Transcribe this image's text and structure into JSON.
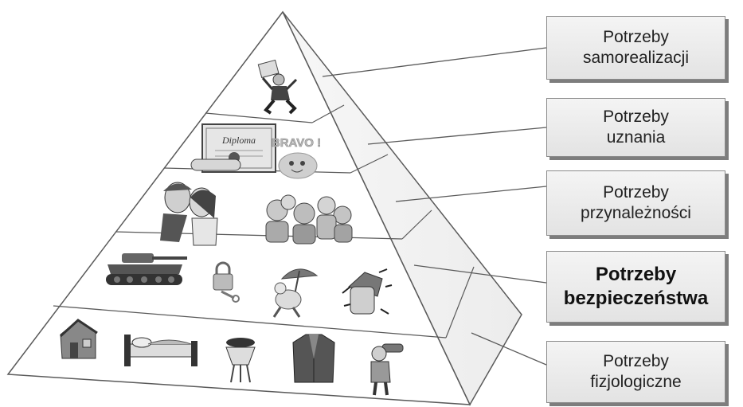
{
  "levels": [
    {
      "line1": "Potrzeby",
      "line2": "samorealizacji"
    },
    {
      "line1": "Potrzeby",
      "line2": "uznania"
    },
    {
      "line1": "Potrzeby",
      "line2": "przynależności"
    },
    {
      "line1": "Potrzeby",
      "line2": "bezpieczeństwa"
    },
    {
      "line1": "Potrzeby",
      "line2": "fizjologiczne"
    }
  ],
  "pictures": {
    "diploma_text": "Diploma",
    "bravo_text": "BRAVO !"
  },
  "colors": {
    "pyramid_line": "#5a5a5a",
    "box_fill": "#e8e8e8",
    "box_shadow": "#7d7d7d"
  }
}
